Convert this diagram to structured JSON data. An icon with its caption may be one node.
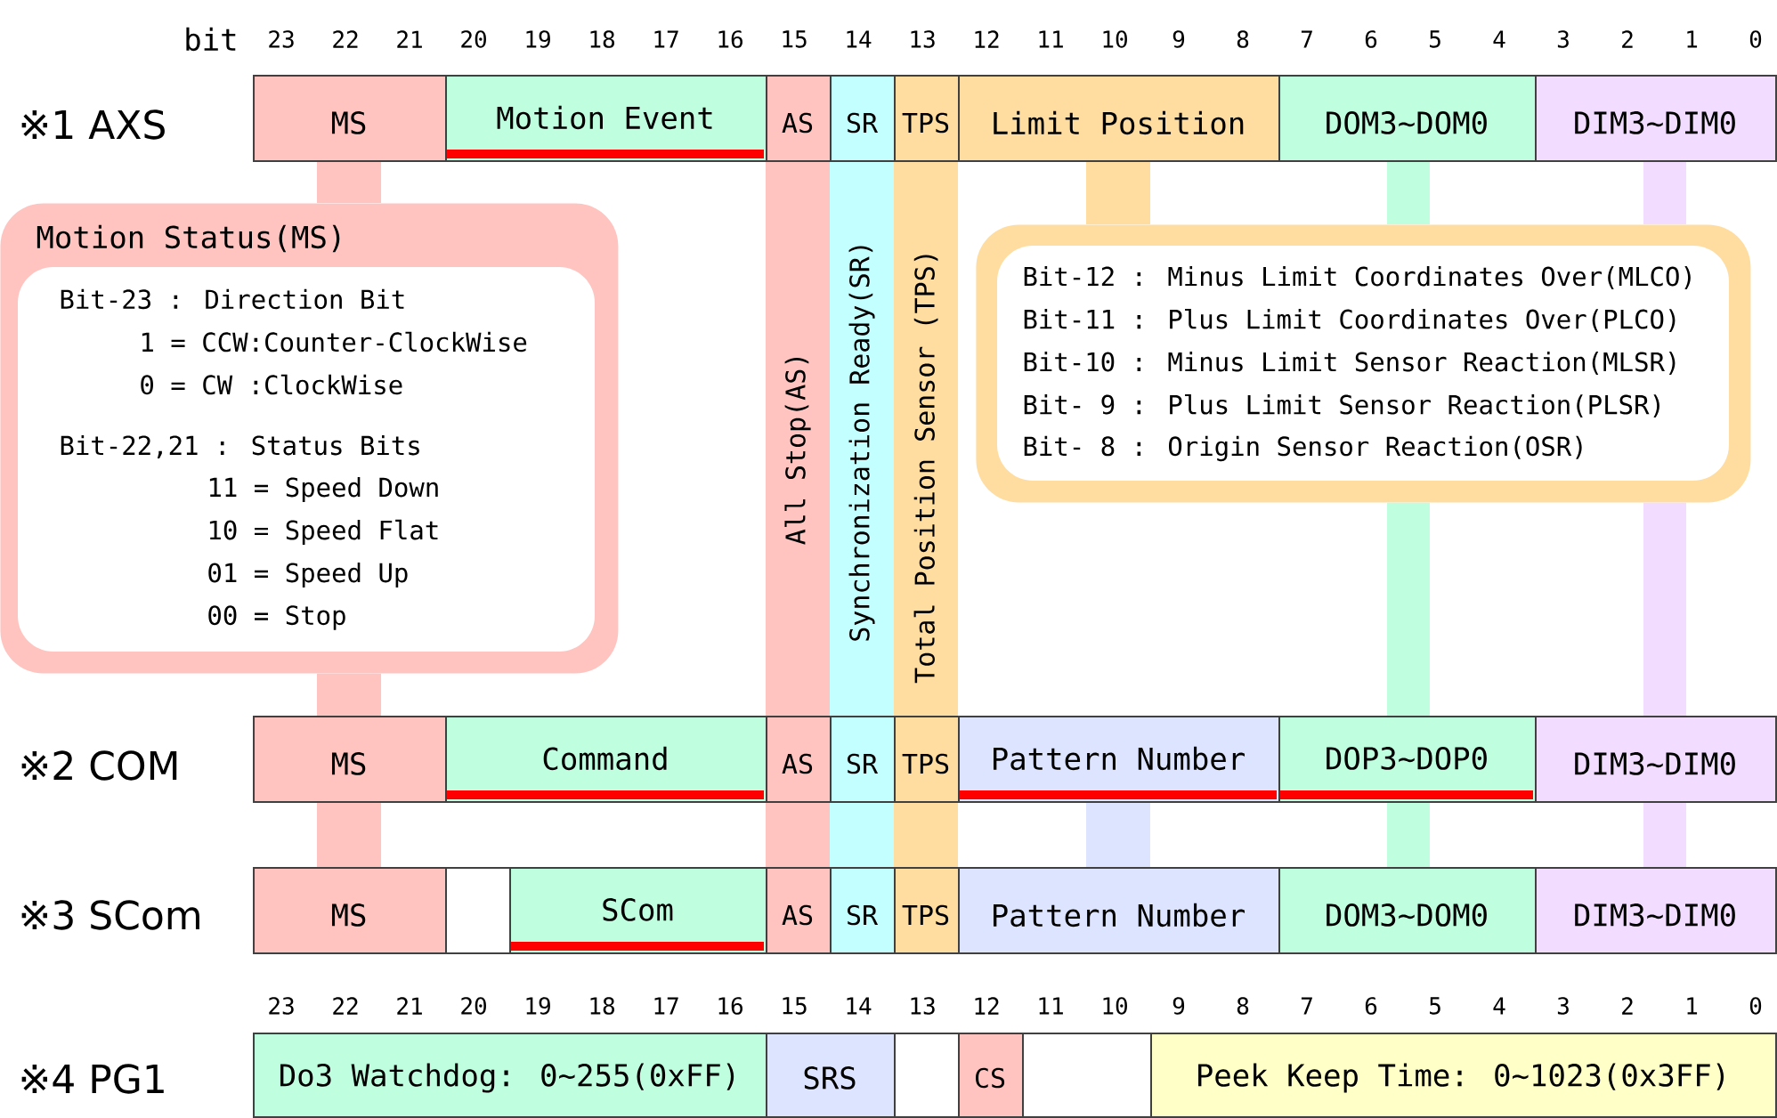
{
  "diagram": {
    "nodes": [
      {
        "text": [
          "MS"
        ]
      },
      {
        "text": [
          "Motion Event"
        ]
      },
      {
        "text": [
          "AS"
        ]
      },
      {
        "text": [
          "SR"
        ]
      },
      {
        "text": [
          "TPS"
        ]
      },
      {
        "text": [
          "Limit Position"
        ]
      },
      {
        "text": [
          "DOM3~DOM0"
        ]
      },
      {
        "text": [
          "DIM3~DIM0"
        ]
      },
      {
        "text": [
          "Motion Status(MS)",
          "Bit-23 : Direction Bit",
          "1 = CCW:Counter-ClockWise",
          "0 = CW :ClockWise",
          "Bit-22,21 : Status Bits",
          "11 = Speed Down",
          "10 = Speed Flat",
          "01 = Speed Up",
          "00 = Stop"
        ]
      },
      {
        "text": [
          "Bit-12 : Minus Limit Coordinates Over(MLCO)",
          "Bit-11 : Plus Limit Coordinates Over(PLCO)",
          "Bit-10 : Minus Limit Sensor Reaction(MLSR)",
          "Bit- 9 : Plus Limit Sensor Reaction(PLSR)",
          "Bit- 8 : Origin Sensor Reaction(OSR)"
        ]
      },
      {
        "text": [
          "MS"
        ]
      },
      {
        "text": [
          "Command"
        ]
      },
      {
        "text": [
          "AS"
        ]
      },
      {
        "text": [
          "SR"
        ]
      },
      {
        "text": [
          "TPS"
        ]
      },
      {
        "text": [
          "Pattern Number"
        ]
      },
      {
        "text": [
          "DOP3~DOP0"
        ]
      },
      {
        "text": [
          "DIM3~DIM0"
        ]
      },
      {
        "text": [
          "MS"
        ]
      },
      {
        "text": [],
        "shape": "box"
      },
      {
        "text": [
          "SCom"
        ]
      },
      {
        "text": [
          "AS"
        ]
      },
      {
        "text": [
          "SR"
        ]
      },
      {
        "text": [
          "TPS"
        ]
      },
      {
        "text": [
          "Pattern Number"
        ]
      },
      {
        "text": [
          "DOM3~DOM0"
        ]
      },
      {
        "text": [
          "DIM3~DIM0"
        ]
      },
      {
        "text": [
          "Do3 Watchdog: 0~255(0xFF)"
        ]
      },
      {
        "text": [
          "SRS"
        ]
      },
      {
        "text": [],
        "shape": "box"
      },
      {
        "text": [
          "CS"
        ]
      },
      {
        "text": [],
        "shape": "box"
      },
      {
        "text": [
          "Peek Keep Time: 0~1023(0x3FF)"
        ]
      }
    ],
    "edges": [
      {
        "from": 0,
        "to": 8,
        "arrow": "none",
        "color": "#ffc4c0"
      },
      {
        "from": 8,
        "to": 10,
        "arrow": "none",
        "color": "#ffc4c0"
      },
      {
        "from": 10,
        "to": 18,
        "arrow": "none",
        "color": "#ffc4c0"
      },
      {
        "from": 2,
        "to": 12,
        "arrow": "none",
        "color": "#ffc4c0",
        "label": "All Stop(AS)"
      },
      {
        "from": 12,
        "to": 21,
        "arrow": "none",
        "color": "#ffc4c0"
      },
      {
        "from": 3,
        "to": 13,
        "arrow": "none",
        "color": "#c4ffff",
        "label": "Synchronization Ready(SR)"
      },
      {
        "from": 13,
        "to": 22,
        "arrow": "none",
        "color": "#c4ffff"
      },
      {
        "from": 4,
        "to": 14,
        "arrow": "none",
        "color": "#ffdca0",
        "label": "Total Position Sensor (TPS)"
      },
      {
        "from": 14,
        "to": 23,
        "arrow": "none",
        "color": "#ffdca0"
      },
      {
        "from": 5,
        "to": 9,
        "arrow": "none",
        "color": "#ffdca0"
      },
      {
        "from": 6,
        "to": 9,
        "arrow": "none",
        "color": "#bfffdf"
      },
      {
        "from": 9,
        "to": 16,
        "arrow": "none",
        "color": "#bfffdf"
      },
      {
        "from": 16,
        "to": 25,
        "arrow": "none",
        "color": "#bfffdf"
      },
      {
        "from": 7,
        "to": 9,
        "arrow": "none",
        "color": "#f2dcff"
      },
      {
        "from": 9,
        "to": 17,
        "arrow": "none",
        "color": "#f2dcff"
      },
      {
        "from": 17,
        "to": 26,
        "arrow": "none",
        "color": "#f2dcff"
      },
      {
        "from": 15,
        "to": 24,
        "arrow": "none",
        "color": "#dde4ff"
      }
    ],
    "labels": [
      "bit",
      "23",
      "22",
      "21",
      "20",
      "19",
      "18",
      "17",
      "16",
      "15",
      "14",
      "13",
      "12",
      "11",
      "10",
      "9",
      "8",
      "7",
      "6",
      "5",
      "4",
      "3",
      "2",
      "1",
      "0",
      "※1 AXS",
      "※2 COM",
      "※3 SCom",
      "23",
      "22",
      "21",
      "20",
      "19",
      "18",
      "17",
      "16",
      "15",
      "14",
      "13",
      "12",
      "11",
      "10",
      "9",
      "8",
      "7",
      "6",
      "5",
      "4",
      "3",
      "2",
      "1",
      "0",
      "※4 PG1"
    ]
  }
}
